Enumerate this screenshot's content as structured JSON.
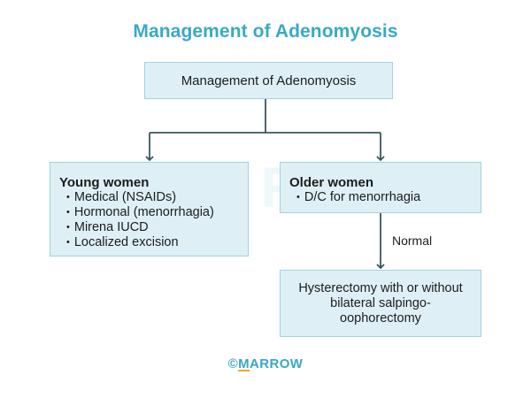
{
  "title": "Management of Adenomyosis",
  "watermark_text": "MARROW",
  "nodes": {
    "root": "Management of Adenomyosis",
    "young": {
      "heading": "Young women",
      "items": [
        "Medical (NSAIDs)",
        "Hormonal (menorrhagia)",
        "Mirena IUCD",
        "Localized excision"
      ]
    },
    "older": {
      "heading": "Older women",
      "items": [
        "D/C for menorrhagia"
      ]
    },
    "surgery": "Hysterectomy with or without bilateral salpingo-oophorectomy"
  },
  "edges": {
    "older_to_surgery_label": "Normal"
  },
  "logo": {
    "copyright": "©",
    "brand_first": "M",
    "brand_rest": "ARROW"
  },
  "colors": {
    "title": "#39a9c6",
    "box_fill": "#def0f6",
    "box_border": "#9fd2e2",
    "connector": "#3a5560",
    "logo_accent": "#f2a338"
  }
}
